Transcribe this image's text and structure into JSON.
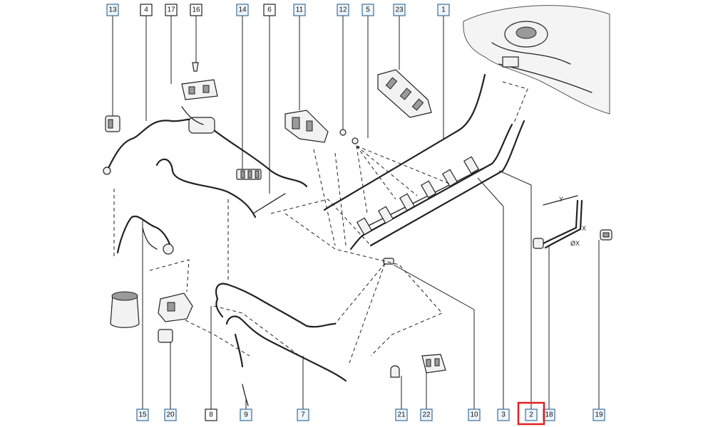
{
  "callouts_top": [
    "13",
    "4",
    "17",
    "16",
    "14",
    "6",
    "11",
    "12",
    "5",
    "23",
    "1"
  ],
  "callouts_bottom": [
    "15",
    "20",
    "8",
    "9",
    "7",
    "21",
    "22",
    "10",
    "3",
    "2",
    "18",
    "19"
  ],
  "highlighted_callout": "2",
  "dimension_labels": {
    "y": "Y",
    "x": "X",
    "diameter": "ØX"
  },
  "colors": {
    "highlight": "#e02020",
    "callout_border_blue": "#3a6e9a"
  }
}
